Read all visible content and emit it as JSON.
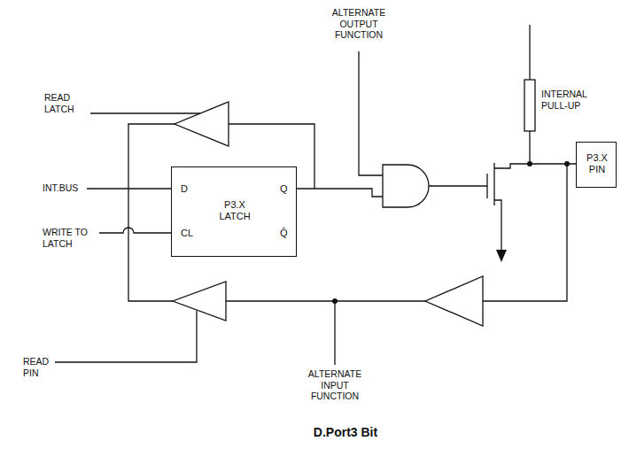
{
  "diagram": {
    "caption": "D.Port3 Bit",
    "nodes": [
      {
        "text": [
          "D",
          "P3.X LATCH",
          "Q",
          "CL",
          "Q̄"
        ]
      },
      {
        "text": [
          "P3.X PIN"
        ]
      }
    ],
    "labels": [
      "READ LATCH",
      "ALTERNATE OUTPUT FUNCTION",
      "INTERNAL PULL-UP",
      "INT.BUS",
      "WRITE TO LATCH",
      "READ PIN",
      "ALTERNATE INPUT FUNCTION"
    ]
  }
}
